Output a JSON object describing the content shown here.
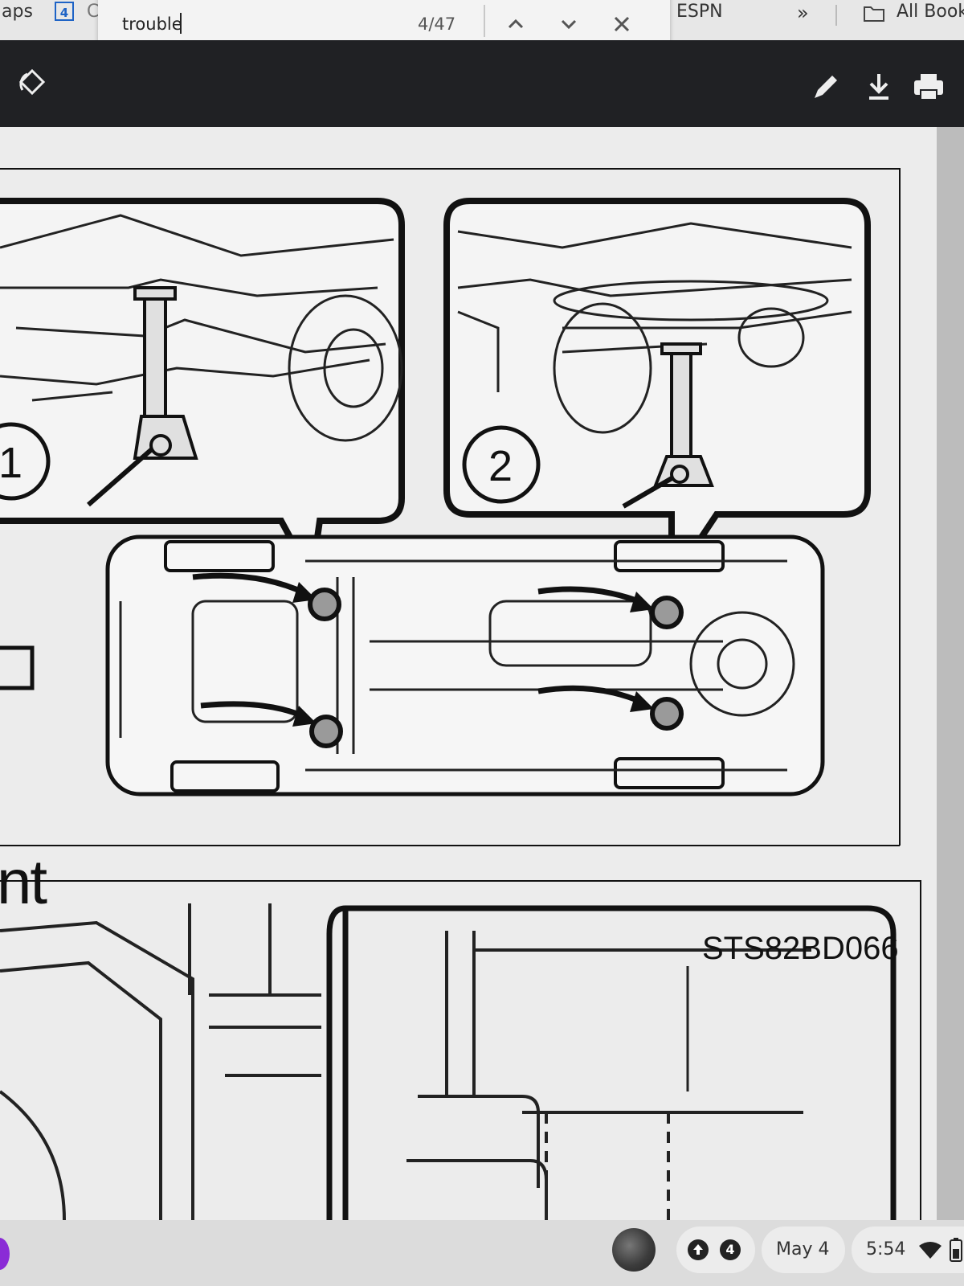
{
  "bookmarks": {
    "items": [
      {
        "label": "aps"
      },
      {
        "label": "4",
        "icon": "tab-count-icon"
      },
      {
        "label": "C"
      },
      {
        "label": "ESPN"
      },
      {
        "label": "»",
        "icon": "more-bookmarks-icon"
      },
      {
        "label": "All Book",
        "icon": "folder-icon"
      }
    ]
  },
  "find": {
    "query": "trouble",
    "count": "4/47",
    "prev_icon": "chevron-up-icon",
    "next_icon": "chevron-down-icon",
    "close_icon": "close-icon"
  },
  "toolbar": {
    "left_icon": "rotate-icon",
    "right_icons": [
      "edit-icon",
      "download-icon",
      "print-icon"
    ]
  },
  "document": {
    "callouts": [
      "1",
      "2"
    ],
    "figure_code": "STS82BD066",
    "side_text": "nt"
  },
  "taskbar": {
    "badge": "4",
    "date": "May 4",
    "time": "5:54",
    "icons": [
      "launcher-icon",
      "upload-icon",
      "wifi-icon",
      "battery-icon"
    ]
  },
  "colors": {
    "toolbar_bg": "#202124",
    "page_bg": "#ececec",
    "ink": "#111111",
    "launcher": "#8a2bd6"
  }
}
